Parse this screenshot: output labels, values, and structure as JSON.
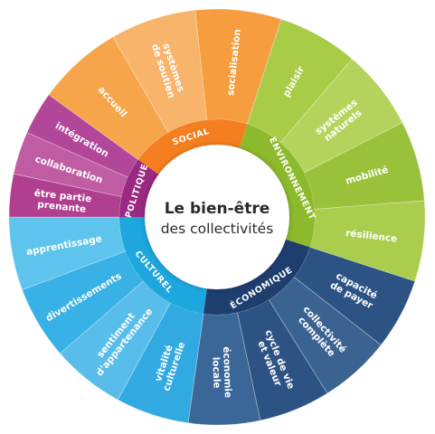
{
  "center": {
    "title": "Le bien-être",
    "subtitle": "des collectivités"
  },
  "dimensions": [
    {
      "name": "SOCIAL",
      "color": "#f57f20",
      "segments": [
        {
          "lines": [
            "accueil"
          ],
          "color": "#f7a54a"
        },
        {
          "lines": [
            "systèmes",
            "de soutien"
          ],
          "color": "#f7b46a"
        },
        {
          "lines": [
            "socialisation"
          ],
          "color": "#f59d3f"
        }
      ]
    },
    {
      "name": "ENVIRONNEMENT",
      "color": "#8dba2c",
      "segments": [
        {
          "lines": [
            "plaisir"
          ],
          "color": "#a8cc45"
        },
        {
          "lines": [
            "systèmes",
            "naturels"
          ],
          "color": "#b4d35c"
        },
        {
          "lines": [
            "mobilité"
          ],
          "color": "#99c23a"
        },
        {
          "lines": [
            "résilience"
          ],
          "color": "#aacd4e"
        }
      ]
    },
    {
      "name": "ÉCONOMIQUE",
      "color": "#1e3e6e",
      "segments": [
        {
          "lines": [
            "capacité",
            "de payer"
          ],
          "color": "#2d5384"
        },
        {
          "lines": [
            "collectivité",
            "complète"
          ],
          "color": "#3b6391"
        },
        {
          "lines": [
            "cycle de vie",
            "et valeur"
          ],
          "color": "#2d5384"
        },
        {
          "lines": [
            "économie",
            "locale"
          ],
          "color": "#3a6797"
        }
      ]
    },
    {
      "name": "CULTUREL",
      "color": "#1ea6de",
      "segments": [
        {
          "lines": [
            "vitalité",
            "culturelle"
          ],
          "color": "#31a9e1"
        },
        {
          "lines": [
            "sentiment",
            "d'appartenance"
          ],
          "color": "#58bdea"
        },
        {
          "lines": [
            "divertissements"
          ],
          "color": "#37b1e6"
        },
        {
          "lines": [
            "apprentissage"
          ],
          "color": "#5ec4ee"
        }
      ]
    },
    {
      "name": "POLITIQUE",
      "color": "#9a2982",
      "segments": [
        {
          "lines": [
            "être partie",
            "prenante"
          ],
          "color": "#b0408f"
        },
        {
          "lines": [
            "collaboration"
          ],
          "color": "#bf5ca2"
        },
        {
          "lines": [
            "intégration"
          ],
          "color": "#b2479a"
        }
      ]
    }
  ]
}
